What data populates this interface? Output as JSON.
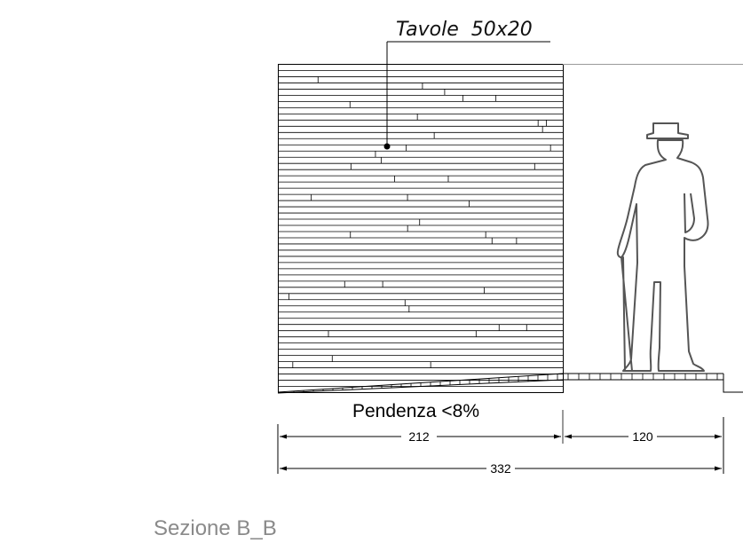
{
  "drawing": {
    "leader_label": "Tavole  50x20",
    "slope_label": "Pendenza <8%",
    "dimensions": {
      "left_span": "212",
      "right_span": "120",
      "total_span": "332"
    },
    "section_title": "Sezione B_B"
  },
  "colors": {
    "line": "#000000",
    "figure": "#555555",
    "title_text": "#8a8a8a",
    "background": "#ffffff"
  }
}
